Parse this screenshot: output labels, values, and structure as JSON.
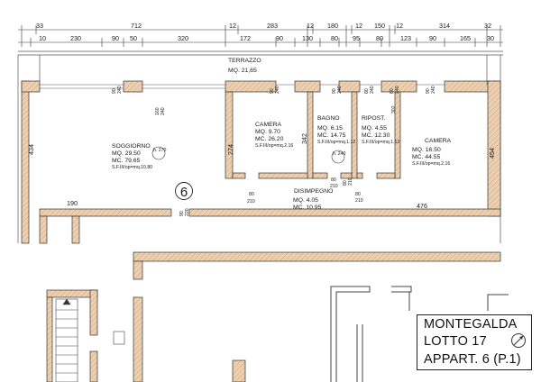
{
  "dims_top_row1": [
    "33",
    "712",
    "12",
    "283",
    "12",
    "180",
    "12",
    "150",
    "12",
    "314",
    "32"
  ],
  "dims_top_row2": [
    "10",
    "230",
    "90",
    "50",
    "320",
    "172",
    "90",
    "130",
    "80",
    "95",
    "80",
    "123",
    "90",
    "165",
    "30"
  ],
  "wall_labels": {
    "a": "90",
    "b": "240",
    "c": "160",
    "d": "240",
    "e": "90",
    "f": "240",
    "g": "90",
    "h": "240",
    "i": "80",
    "j": "240",
    "k": "80",
    "l": "240",
    "m": "90",
    "n": "240",
    "d1": "80",
    "d1b": "210",
    "d2": "80",
    "d2b": "210",
    "d3": "80",
    "d3b": "210",
    "d4": "80",
    "d4b": "210",
    "e1": "90",
    "e1b": "220",
    "h342": "342",
    "h302": "302",
    "h274": "274",
    "h454": "454",
    "h434": "434",
    "d190": "190",
    "d476": "476"
  },
  "terrace": {
    "name": "TERRAZZO",
    "area": "MQ. 21,65"
  },
  "rooms": {
    "soggiorno": {
      "name": "SOGGIORNO",
      "mq": "MQ.  29.50",
      "mc": "MC.  79.65",
      "sf": "S.F.III/op=mq.10.80",
      "h": "h. 270"
    },
    "camera1": {
      "name": "CAMERA",
      "mq": "MQ.  9.70",
      "mc": "MC.  26.20",
      "sf": "S.F.III/op=mq.2.16"
    },
    "bagno": {
      "name": "BAGNO",
      "mq": "MQ.  6.15",
      "mc": "MC.  14.75",
      "sf": "S.F.III/op=mq.1.12",
      "h": "h. 240"
    },
    "ripost": {
      "name": "RIPOST.",
      "mq": "MQ.  4.55",
      "mc": "MC.  12.30",
      "sf": "S.F.III/op=mq.1.12"
    },
    "camera2": {
      "name": "CAMERA",
      "mq": "MQ.  16.50",
      "mc": "MC.  44.55",
      "sf": "S.F.III/op=mq.2.16"
    },
    "disimpegno": {
      "name": "DISIMPEGNO",
      "mq": "MQ.  4.05",
      "mc": "MC.  10.95"
    }
  },
  "unit_number": "6",
  "title": {
    "line1": "MONTEGALDA",
    "line2": "LOTTO 17",
    "line3": "APPART. 6  (P.1)"
  },
  "colors": {
    "wall_fill": "#e8c9a7",
    "wall_stroke": "#333333",
    "line": "#444444"
  }
}
